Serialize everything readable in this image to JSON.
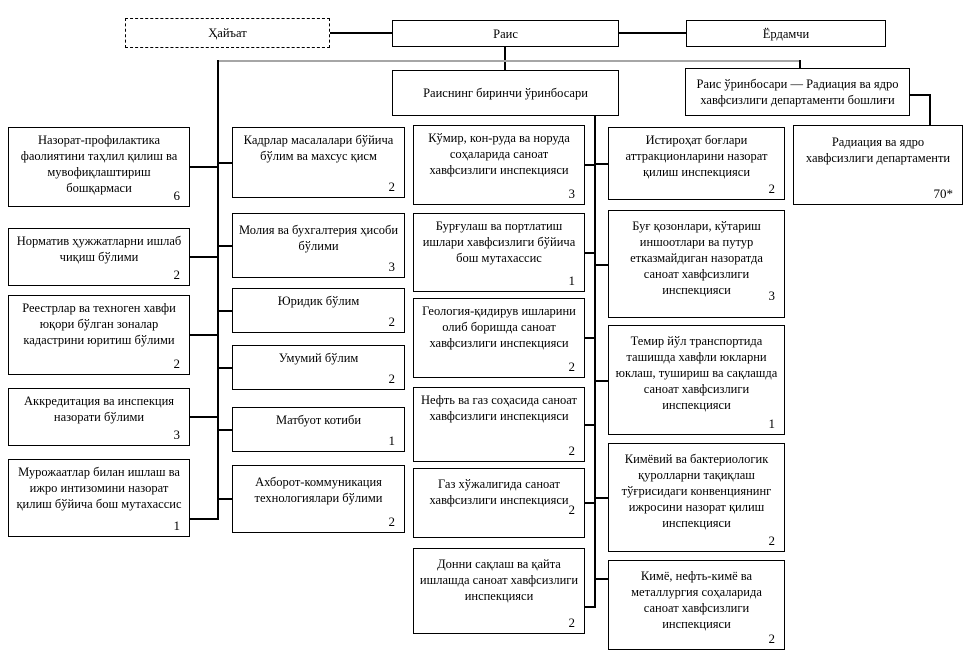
{
  "chart": {
    "top": {
      "hayat": {
        "label": "Ҳайъат"
      },
      "rais": {
        "label": "Раис"
      },
      "yordamchi": {
        "label": "Ёрдамчи"
      },
      "first_deputy": {
        "label": "Раиснинг биринчи ўринбосари"
      },
      "radiation_deputy": {
        "label": "Раис ўринбосари — Радиация ва ядро хавфсизлиги департаменти бошлиғи"
      },
      "radiation_dept": {
        "label": "Радиация ва ядро хавфсизлиги департаменти",
        "count": "70*"
      }
    },
    "col1": [
      {
        "label": "Назорат-профилактика фаолиятини таҳлил қилиш ва мувофиқлаштириш бошқармаси",
        "count": "6"
      },
      {
        "label": "Норматив ҳужжатларни ишлаб чиқиш бўлими",
        "count": "2"
      },
      {
        "label": "Реестрлар ва техноген хавфи юқори бўлган зоналар кадастрини юритиш бўлими",
        "count": "2"
      },
      {
        "label": "Аккредитация ва инспекция назорати бўлими",
        "count": "3"
      },
      {
        "label": "Мурожаатлар билан ишлаш ва ижро интизомини назорат қилиш бўйича бош мутахассис",
        "count": "1"
      }
    ],
    "col2": [
      {
        "label": "Кадрлар масалалари бўйича бўлим ва махсус қисм",
        "count": "2"
      },
      {
        "label": "Молия ва бухгалтерия ҳисоби бўлими",
        "count": "3"
      },
      {
        "label": "Юридик бўлим",
        "count": "2"
      },
      {
        "label": "Умумий бўлим",
        "count": "2"
      },
      {
        "label": "Матбуот котиби",
        "count": "1"
      },
      {
        "label": "Ахборот-коммуникация технологиялари бўлими",
        "count": "2"
      }
    ],
    "col3": [
      {
        "label": "Кўмир, кон-руда ва норуда соҳаларида саноат хавфсизлиги инспекцияси",
        "count": "3"
      },
      {
        "label": "Бурғулаш ва портлатиш ишлари хавфсизлиги бўйича бош мутахассис",
        "count": "1"
      },
      {
        "label": "Геология-қидирув ишларини олиб боришда саноат хавфсизлиги инспекцияси",
        "count": "2"
      },
      {
        "label": "Нефть ва газ соҳасида саноат хавфсизлиги инспекцияси",
        "count": "2"
      },
      {
        "label": "Газ хўжалигида саноат хавфсизлиги инспекцияси",
        "count": "2"
      },
      {
        "label": "Донни сақлаш ва қайта ишлашда саноат хавфсизлиги инспекцияси",
        "count": "2"
      }
    ],
    "col4": [
      {
        "label": "Истироҳат боғлари аттракционларини назорат қилиш инспекцияси",
        "count": "2"
      },
      {
        "label": "Буғ қозонлари, кўтариш иншоотлари ва путур етказмайдиган назоратда саноат хавфсизлиги инспекцияси",
        "count": "3"
      },
      {
        "label": "Темир йўл транспортида ташишда хавфли юкларни юклаш, тушириш ва сақлашда саноат хавфсизлиги инспекцияси",
        "count": "1"
      },
      {
        "label": "Кимёвий ва бактериологик қуролларни тақиқлаш тўғрисидаги конвенциянинг ижросини назорат қилиш инспекцияси",
        "count": "2"
      },
      {
        "label": "Кимё, нефть-кимё ва металлургия соҳаларида саноат хавфсизлиги инспекцияси",
        "count": "2"
      }
    ]
  }
}
